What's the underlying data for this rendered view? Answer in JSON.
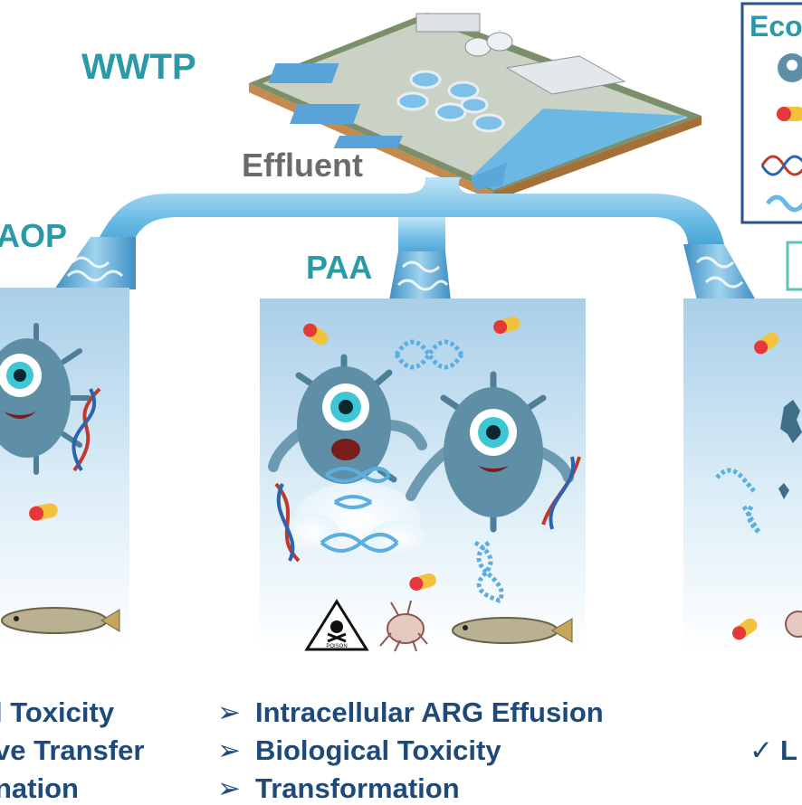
{
  "labels": {
    "wwtp": "WWTP",
    "effluent": "Effluent",
    "aop": "AOP",
    "paa": "PAA",
    "eco_legend": "Eco"
  },
  "poison_sign_text": "POISON",
  "left_list": [
    "l Toxicity",
    "ve  Transfer",
    "nation"
  ],
  "center_list": [
    "Intracellular ARG Effusion",
    "Biological Toxicity",
    "Transformation"
  ],
  "right_list": [
    "L"
  ],
  "bullet_symbol": "➢",
  "check_symbol": "✓",
  "colors": {
    "teal": "#2a9aa8",
    "navy": "#1e4a7a",
    "water": "#7ec8ea",
    "bacteria": "#5f8fa6",
    "legend_border": "#2b4f8f"
  },
  "icons": [
    "bacteria-icon",
    "capsule-icon",
    "dna-helix-icon",
    "fish-icon",
    "poison-sign-icon",
    "flea-icon",
    "factory-icon"
  ]
}
